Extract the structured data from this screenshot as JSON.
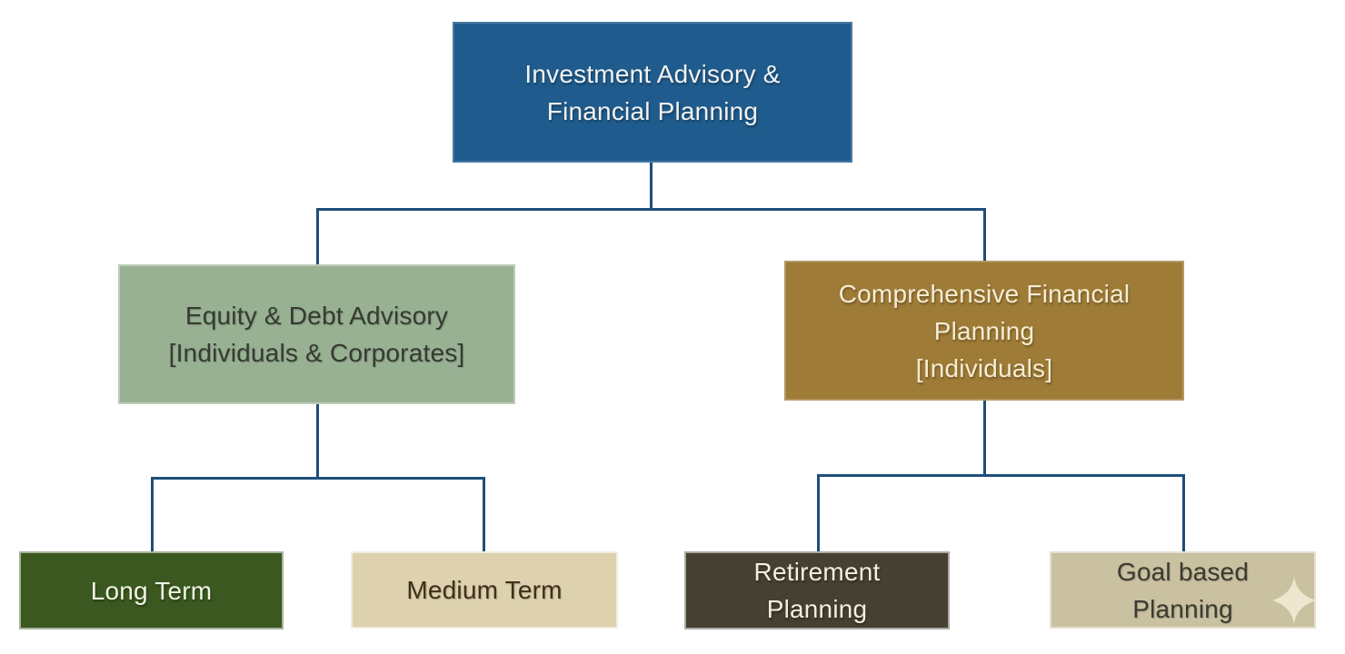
{
  "diagram": {
    "kind": "org-chart",
    "connector_color": "#1F4E79",
    "background_color": "#FFFFFF",
    "nodes": {
      "root": {
        "lines": [
          "Investment Advisory &",
          "Financial Planning"
        ],
        "bg": "#1F5C8D",
        "text_color": "#F2F2F2",
        "children": [
          "equity_debt_advisory",
          "comprehensive_financial_planning"
        ]
      },
      "equity_debt_advisory": {
        "lines": [
          "Equity & Debt Advisory",
          "[Individuals & Corporates]"
        ],
        "bg": "#98B193",
        "text_color": "#363B32",
        "children": [
          "long_term",
          "medium_term"
        ]
      },
      "comprehensive_financial_planning": {
        "lines": [
          "Comprehensive Financial",
          "Planning",
          "[Individuals]"
        ],
        "bg": "#9E7B36",
        "text_color": "#F6ECD4",
        "children": [
          "retirement_planning",
          "goal_based_planning"
        ]
      },
      "long_term": {
        "lines": [
          "Long Term"
        ],
        "bg": "#3A581F",
        "text_color": "#F0F4E4",
        "children": []
      },
      "medium_term": {
        "lines": [
          "Medium Term"
        ],
        "bg": "#DDD1AE",
        "text_color": "#40301A",
        "children": []
      },
      "retirement_planning": {
        "lines": [
          "Retirement",
          "Planning"
        ],
        "bg": "#454031",
        "text_color": "#F2EFDF",
        "children": []
      },
      "goal_based_planning": {
        "lines": [
          "Goal based",
          "Planning"
        ],
        "bg": "#C9C1A0",
        "text_color": "#3B3B31",
        "icon": "sparkle-icon",
        "icon_color": "#EDE7D0",
        "children": []
      }
    }
  }
}
